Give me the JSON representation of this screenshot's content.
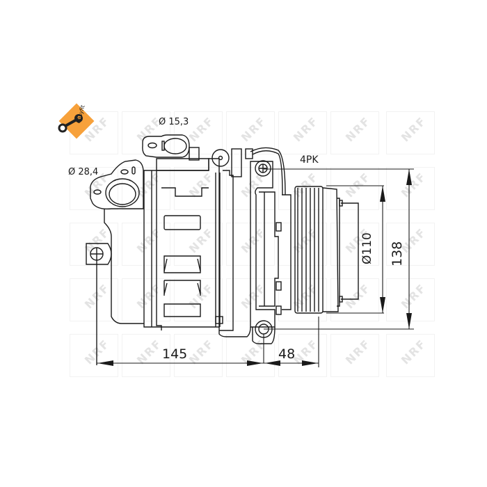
{
  "drawing": {
    "subject": "A/C compressor technical drawing",
    "watermark_text": "NRF",
    "badge": {
      "label": "easyfit",
      "color": "#f7a13b",
      "icon": "wrench-icon"
    },
    "line_color": "#1a1a1a"
  },
  "dimensions": {
    "port_suction": "Ø 28,4",
    "port_discharge": "Ø 15,3",
    "belt_profile": "4PK",
    "pulley_diameter": "Ø110",
    "overall_height": "138",
    "body_length": "145",
    "pulley_offset": "48"
  }
}
